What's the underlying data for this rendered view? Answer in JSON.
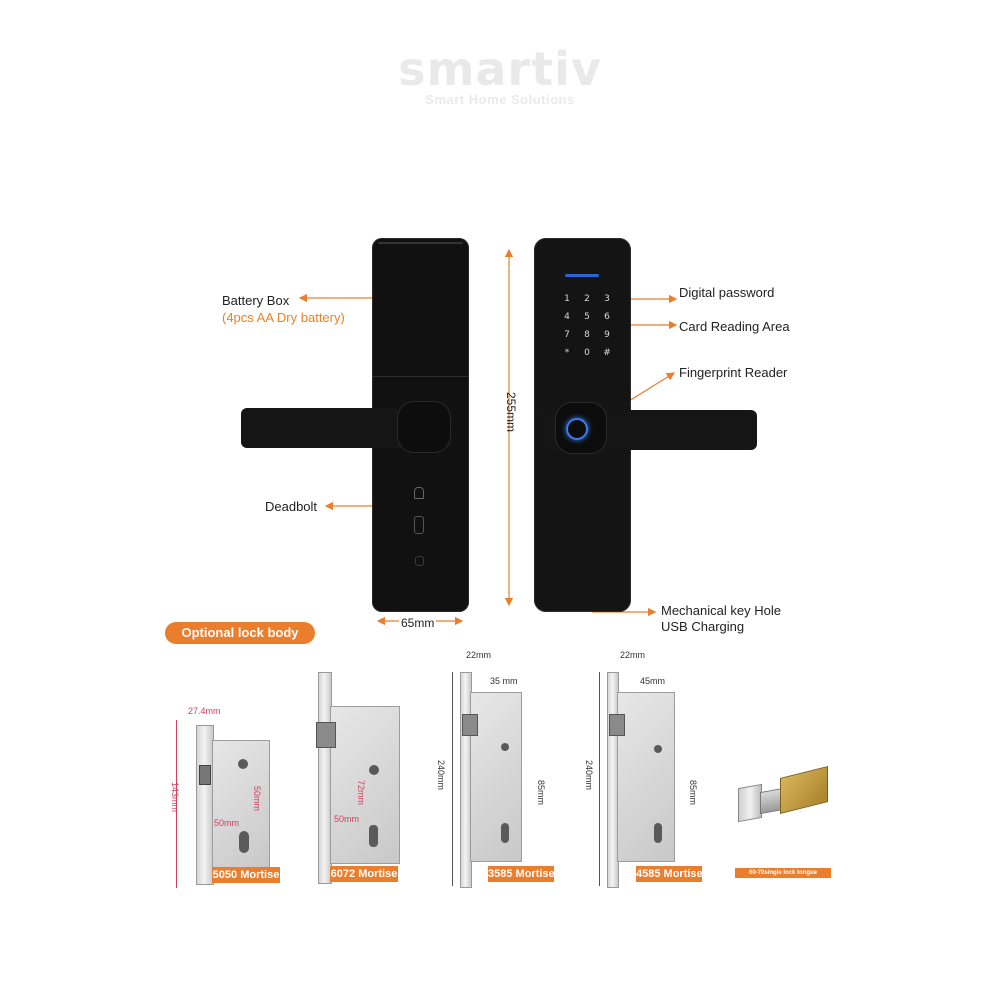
{
  "brand": {
    "name": "smartiv",
    "tagline": "Smart Home Solutions"
  },
  "lock": {
    "battery_label": "Battery Box",
    "battery_note": "(4pcs AA Dry battery)",
    "deadbolt_label": "Deadbolt",
    "digital_password_label": "Digital password",
    "card_reading_label": "Card Reading Area",
    "fingerprint_label": "Fingerprint Reader",
    "key_hole_label": "Mechanical key Hole",
    "usb_label": "USB Charging",
    "height_dim": "255mm",
    "width_dim": "65mm",
    "keypad_keys": [
      "1",
      "2",
      "3",
      "4",
      "5",
      "6",
      "7",
      "8",
      "9",
      "*",
      "0",
      "#"
    ]
  },
  "optional_section": {
    "title": "Optional lock body"
  },
  "mortises": [
    {
      "tag": "5050 Mortise",
      "dims": [
        "27.4mm",
        "143mm",
        "50mm",
        "50mm"
      ]
    },
    {
      "tag": "6072 Mortise",
      "dims": [
        "72mm",
        "50mm"
      ]
    },
    {
      "tag": "3585 Mortise",
      "dims": [
        "22mm",
        "35 mm",
        "240mm",
        "85mm"
      ]
    },
    {
      "tag": "4585 Mortise",
      "dims": [
        "22mm",
        "45mm",
        "240mm",
        "85mm"
      ]
    },
    {
      "tag": "60-70single lock tongue"
    }
  ],
  "colors": {
    "accent": "#ea7e2c",
    "led": "#2b64d6",
    "fingerprint_ring": "#3b7df0",
    "dimension_pink": "#d0405f"
  }
}
